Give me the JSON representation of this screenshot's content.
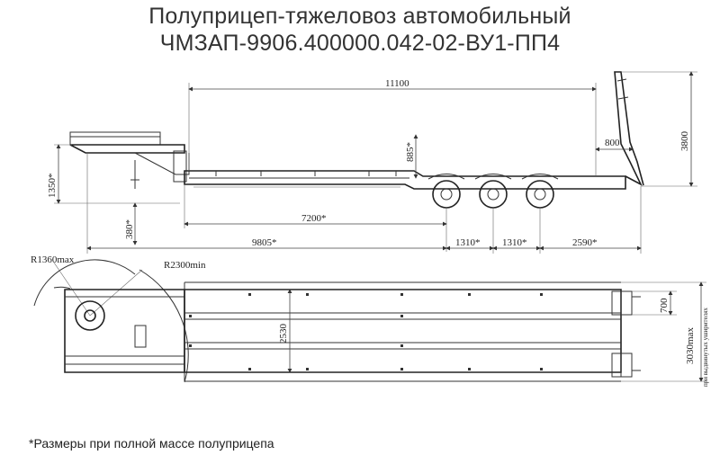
{
  "header": {
    "line1": "Полуприцеп-тяжеловоз автомобильный",
    "line2": "ЧМЗАП-9906.400000.042-02-ВУ1-ПП4"
  },
  "dimensions": {
    "overall_length": "11100",
    "ramp_offset": "800",
    "height_total": "3800",
    "deck_height": "885*",
    "front_height": "1350*",
    "platform_height": "380*",
    "platform_length": "7200*",
    "kingpin_to_axle": "9805*",
    "axle_base_1": "1310*",
    "axle_base_2": "1310*",
    "rear_overhang": "2590*",
    "radius_front": "R1360max",
    "radius_turn": "R2300min",
    "width_inner": "2530",
    "ramp_width": "700",
    "width_max": "3030max",
    "width_note": "при выдвинутых уширителях"
  },
  "footnote": "*Размеры при полной массе полуприцепа"
}
